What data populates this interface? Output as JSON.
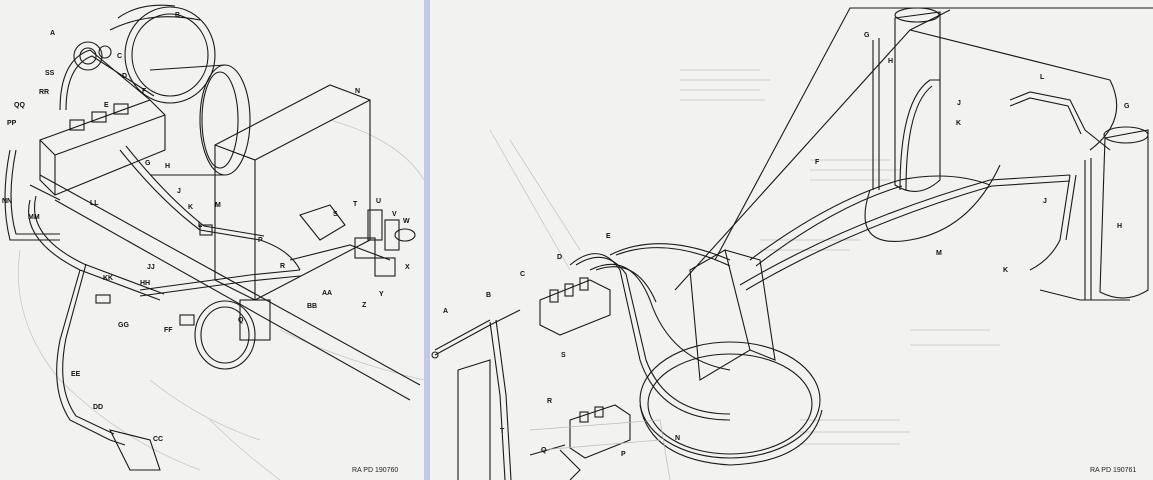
{
  "left_panel": {
    "figure_id": "RA PD 190760",
    "callouts": {
      "A": "A",
      "B": "B",
      "C": "C",
      "D": "D",
      "E": "E",
      "F": "F",
      "G": "G",
      "H": "H",
      "J": "J",
      "K": "K",
      "L": "L",
      "M": "M",
      "N": "N",
      "P": "P",
      "Q": "Q",
      "R": "R",
      "S": "S",
      "T": "T",
      "U": "U",
      "V": "V",
      "W": "W",
      "X": "X",
      "Y": "Y",
      "Z": "Z",
      "AA": "AA",
      "BB": "BB",
      "CC": "CC",
      "DD": "DD",
      "EE": "EE",
      "FF": "FF",
      "GG": "GG",
      "HH": "HH",
      "JJ": "JJ",
      "KK": "KK",
      "LL": "LL",
      "MM": "MM",
      "NN": "NN",
      "PP": "PP",
      "QQ": "QQ",
      "RR": "RR",
      "SS": "SS"
    }
  },
  "right_panel": {
    "figure_id": "RA PD 190761",
    "callouts": {
      "A": "A",
      "B": "B",
      "C": "C",
      "D": "D",
      "E": "E",
      "F": "F",
      "G1": "G",
      "G2": "G",
      "H1": "H",
      "H2": "H",
      "J1": "J",
      "J2": "J",
      "K1": "K",
      "K2": "K",
      "L": "L",
      "M": "M",
      "N": "N",
      "P": "P",
      "Q": "Q",
      "R": "R",
      "S": "S",
      "T": "T"
    }
  },
  "colors": {
    "background": "#c4c8e8",
    "paper": "#f2f2f0",
    "ink": "#1a1a1a",
    "faint": "#b8b8b8"
  }
}
